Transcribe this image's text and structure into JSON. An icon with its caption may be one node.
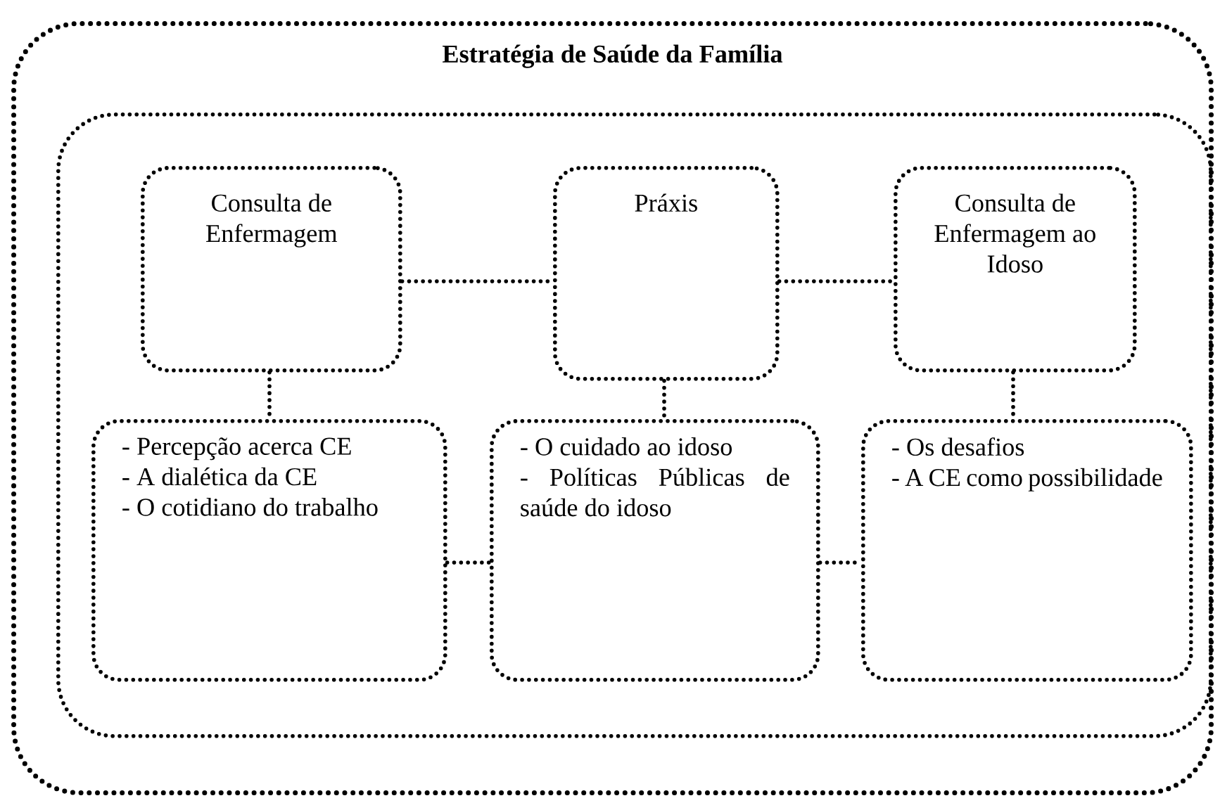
{
  "diagram": {
    "nodes": [
      {
        "text": [
          "Estratégia de Saúde da Família"
        ]
      },
      {
        "text": [],
        "shape": "box",
        "in": 0
      },
      {
        "text": [
          "Consulta de Enfermagem"
        ],
        "in": 1
      },
      {
        "text": [
          "Práxis"
        ],
        "in": 1
      },
      {
        "text": [
          "Consulta de Enfermagem ao Idoso"
        ],
        "in": 1
      },
      {
        "text": [
          "- Percepção acerca CE",
          "- A dialética da CE",
          "- O cotidiano do trabalho"
        ],
        "in": 1
      },
      {
        "text": [
          "- O cuidado ao idoso",
          "- Políticas Públicas de saúde do idoso"
        ],
        "in": 1
      },
      {
        "text": [
          "- Os desafios",
          "- A CE como possibilidade"
        ],
        "in": 1
      }
    ],
    "edges": [
      {
        "from": 2,
        "to": 3,
        "arrow": "none"
      },
      {
        "from": 3,
        "to": 4,
        "arrow": "none"
      },
      {
        "from": 2,
        "to": 5,
        "arrow": "none"
      },
      {
        "from": 3,
        "to": 6,
        "arrow": "none"
      },
      {
        "from": 4,
        "to": 7,
        "arrow": "none"
      },
      {
        "from": 5,
        "to": 6,
        "arrow": "none"
      },
      {
        "from": 6,
        "to": 7,
        "arrow": "none"
      }
    ]
  }
}
